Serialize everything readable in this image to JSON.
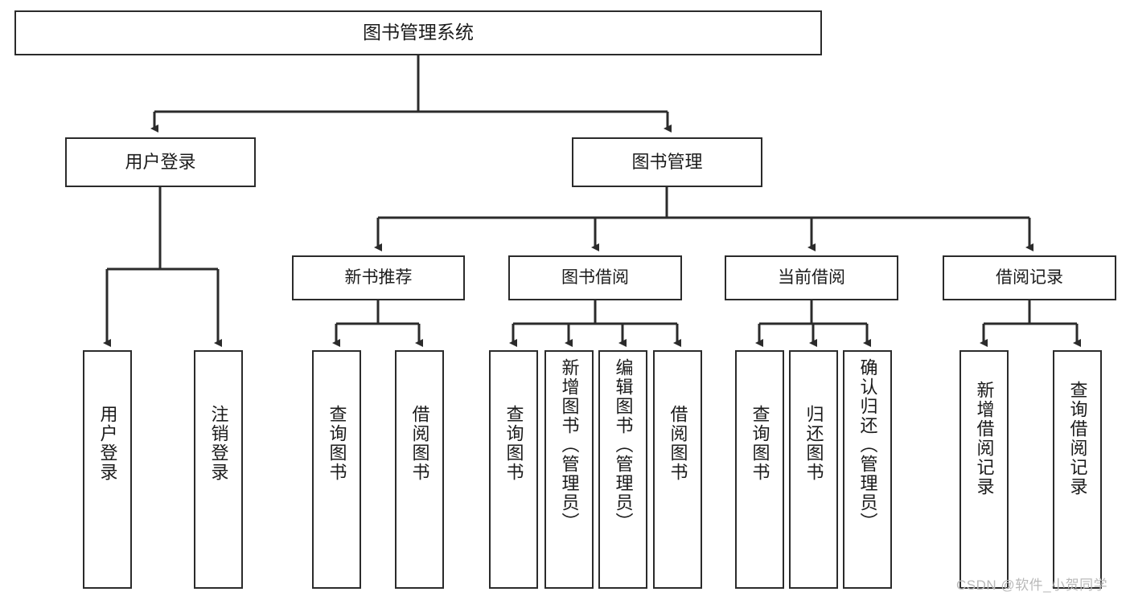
{
  "diagram": {
    "title": "图书管理系统",
    "type": "tree-hierarchy-functional-decomposition",
    "root": {
      "id": "root",
      "label": "图书管理系统"
    },
    "level2": [
      {
        "id": "user-login",
        "label": "用户登录"
      },
      {
        "id": "book-management",
        "label": "图书管理"
      }
    ],
    "level3": [
      {
        "id": "new-book-recommend",
        "label": "新书推荐",
        "parent": "book-management"
      },
      {
        "id": "book-borrow",
        "label": "图书借阅",
        "parent": "book-management"
      },
      {
        "id": "current-borrow",
        "label": "当前借阅",
        "parent": "book-management"
      },
      {
        "id": "borrow-record",
        "label": "借阅记录",
        "parent": "book-management"
      }
    ],
    "leaves": {
      "user_login": [
        {
          "id": "leaf-user-login",
          "label": "用户登录"
        },
        {
          "id": "leaf-logout-login",
          "label": "注销登录"
        }
      ],
      "new_book_recommend": [
        {
          "id": "leaf-query-book-1",
          "label": "查询图书"
        },
        {
          "id": "leaf-borrow-book-1",
          "label": "借阅图书"
        }
      ],
      "book_borrow": [
        {
          "id": "leaf-query-book-2",
          "label": "查询图书"
        },
        {
          "id": "leaf-add-book",
          "label": "新增图书（管理员）"
        },
        {
          "id": "leaf-edit-book",
          "label": "编辑图书（管理员）"
        },
        {
          "id": "leaf-borrow-book-2",
          "label": "借阅图书"
        }
      ],
      "current_borrow": [
        {
          "id": "leaf-query-book-3",
          "label": "查询图书"
        },
        {
          "id": "leaf-return-book",
          "label": "归还图书"
        },
        {
          "id": "leaf-confirm-return",
          "label": "确认归还（管理员）"
        }
      ],
      "borrow_record": [
        {
          "id": "leaf-add-borrow-record",
          "label": "新增借阅记录"
        },
        {
          "id": "leaf-query-borrow-record",
          "label": "查询借阅记录"
        }
      ]
    }
  },
  "watermark": {
    "text": "CSDN @软件_小贺同学"
  },
  "colors": {
    "box_border": "#2b2b2b",
    "box_fill": "#ffffff",
    "edge": "#2b2b2b",
    "text": "#1b1b1b",
    "watermark": "#b9b9b9",
    "page_background": "#ffffff"
  }
}
